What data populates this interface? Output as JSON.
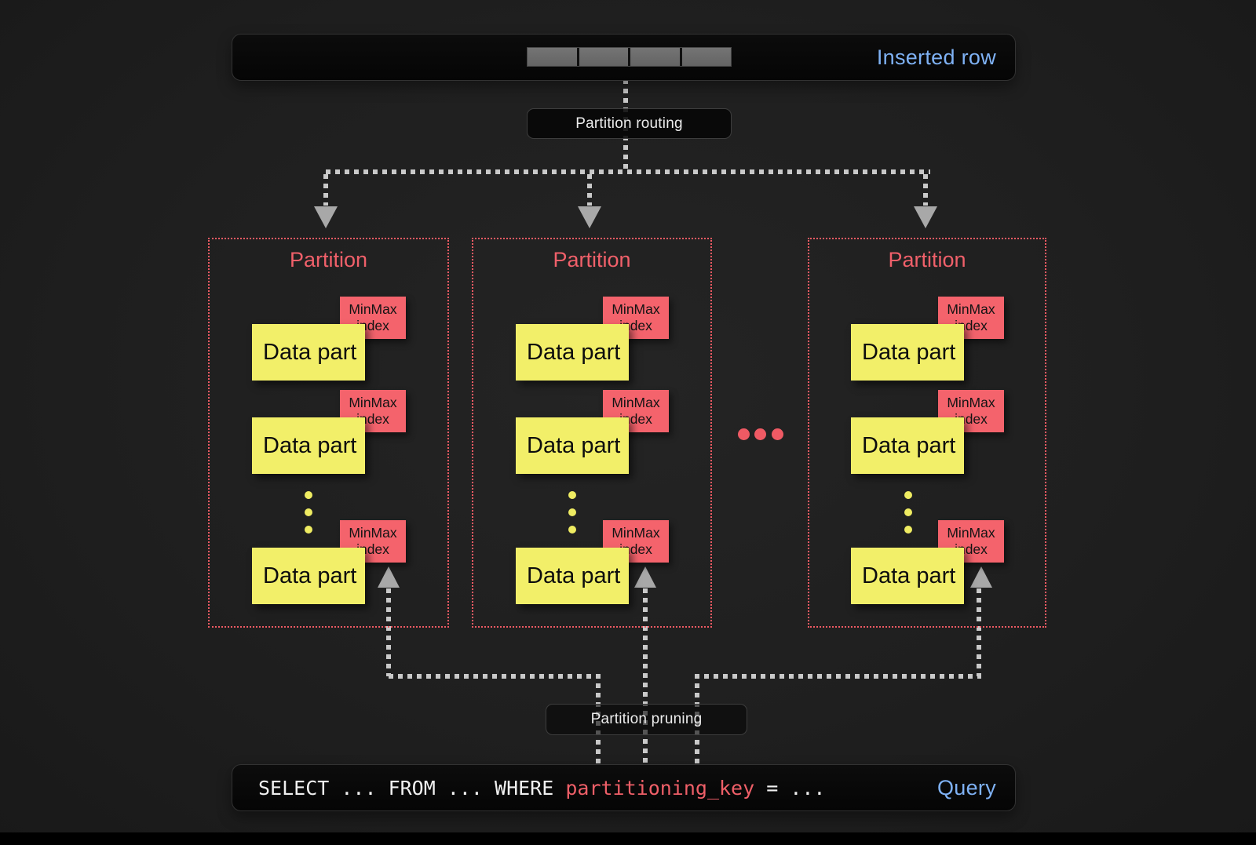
{
  "inserted_row_bar": {
    "label": "Inserted row"
  },
  "routing": {
    "label": "Partition routing"
  },
  "pruning": {
    "label": "Partition pruning"
  },
  "partitions": [
    {
      "title": "Partition",
      "parts": [
        {
          "label": "Data part",
          "index_label": "MinMax index"
        },
        {
          "label": "Data part",
          "index_label": "MinMax index"
        },
        {
          "label": "Data part",
          "index_label": "MinMax index"
        }
      ]
    },
    {
      "title": "Partition",
      "parts": [
        {
          "label": "Data part",
          "index_label": "MinMax index"
        },
        {
          "label": "Data part",
          "index_label": "MinMax index"
        },
        {
          "label": "Data part",
          "index_label": "MinMax index"
        }
      ]
    },
    {
      "title": "Partition",
      "parts": [
        {
          "label": "Data part",
          "index_label": "MinMax index"
        },
        {
          "label": "Data part",
          "index_label": "MinMax index"
        },
        {
          "label": "Data part",
          "index_label": "MinMax index"
        }
      ]
    }
  ],
  "query_bar": {
    "sql_pre": "SELECT ... FROM ... WHERE ",
    "sql_key": "partitioning_key",
    "sql_post": " = ...",
    "label": "Query"
  },
  "colors": {
    "accent_red": "#ef5a64",
    "accent_yellow": "#f2ef69",
    "accent_blue": "#7fb2f5",
    "line_gray": "#c9c9c9"
  }
}
